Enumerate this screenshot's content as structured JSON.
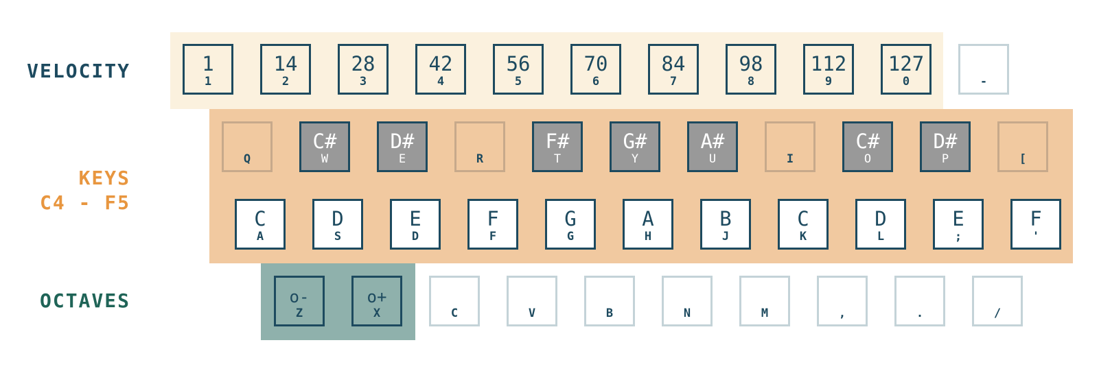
{
  "labels": {
    "velocity": "VELOCITY",
    "keys": "KEYS\nC4 - F5",
    "octaves": "OCTAVES"
  },
  "colors": {
    "velocity_band": "#fbf1de",
    "keys_band": "#f1c9a0",
    "octaves_band": "#8fb1ac",
    "key_border": "#1d4a5f",
    "black_key": "#999999",
    "velocity_label": "#1d4a5f",
    "keys_label": "#e8963f",
    "octaves_label": "#1f6457"
  },
  "velocity_keys": [
    {
      "value": "1",
      "key": "1"
    },
    {
      "value": "14",
      "key": "2"
    },
    {
      "value": "28",
      "key": "3"
    },
    {
      "value": "42",
      "key": "4"
    },
    {
      "value": "56",
      "key": "5"
    },
    {
      "value": "70",
      "key": "6"
    },
    {
      "value": "84",
      "key": "7"
    },
    {
      "value": "98",
      "key": "8"
    },
    {
      "value": "112",
      "key": "9"
    },
    {
      "value": "127",
      "key": "0"
    },
    {
      "value": "",
      "key": "-"
    }
  ],
  "upper_keys": [
    {
      "note": "",
      "key": "Q"
    },
    {
      "note": "C#",
      "key": "W"
    },
    {
      "note": "D#",
      "key": "E"
    },
    {
      "note": "",
      "key": "R"
    },
    {
      "note": "F#",
      "key": "T"
    },
    {
      "note": "G#",
      "key": "Y"
    },
    {
      "note": "A#",
      "key": "U"
    },
    {
      "note": "",
      "key": "I"
    },
    {
      "note": "C#",
      "key": "O"
    },
    {
      "note": "D#",
      "key": "P"
    },
    {
      "note": "",
      "key": "["
    }
  ],
  "lower_keys": [
    {
      "note": "C",
      "key": "A"
    },
    {
      "note": "D",
      "key": "S"
    },
    {
      "note": "E",
      "key": "D"
    },
    {
      "note": "F",
      "key": "F"
    },
    {
      "note": "G",
      "key": "G"
    },
    {
      "note": "A",
      "key": "H"
    },
    {
      "note": "B",
      "key": "J"
    },
    {
      "note": "C",
      "key": "K"
    },
    {
      "note": "D",
      "key": "L"
    },
    {
      "note": "E",
      "key": ";"
    },
    {
      "note": "F",
      "key": "'"
    }
  ],
  "octave_keys": [
    {
      "label": "o-",
      "key": "Z"
    },
    {
      "label": "o+",
      "key": "X"
    },
    {
      "label": "",
      "key": "C"
    },
    {
      "label": "",
      "key": "V"
    },
    {
      "label": "",
      "key": "B"
    },
    {
      "label": "",
      "key": "N"
    },
    {
      "label": "",
      "key": "M"
    },
    {
      "label": "",
      "key": ","
    },
    {
      "label": "",
      "key": "."
    },
    {
      "label": "",
      "key": "/"
    }
  ]
}
